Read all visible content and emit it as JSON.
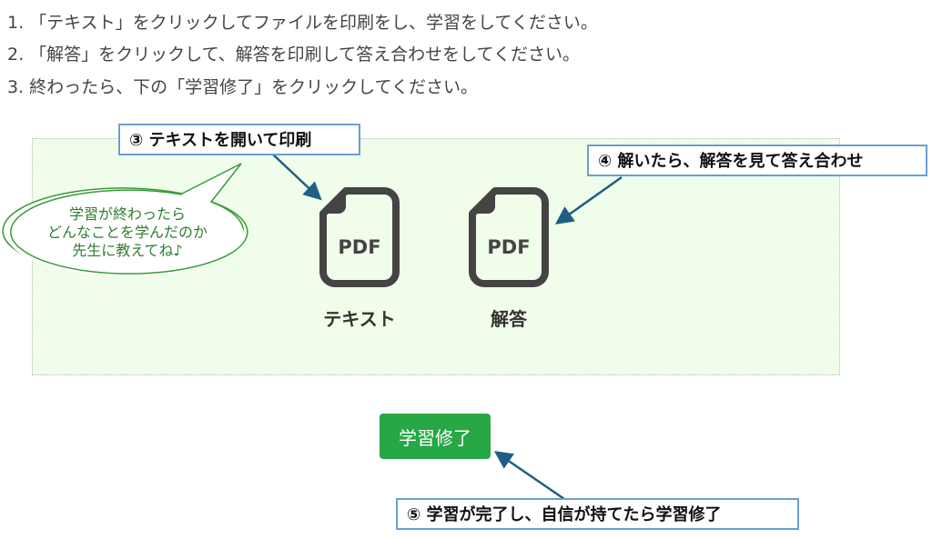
{
  "instructions": [
    "1. 「テキスト」をクリックしてファイルを印刷をし、学習をしてください。",
    "2. 「解答」をクリックして、解答を印刷して答え合わせをしてください。",
    "3. 終わったら、下の「学習修了」をクリックしてください。"
  ],
  "bubble": {
    "lines": [
      "学習が終わったら",
      "どんなことを学んだのか",
      "先生に教えてね♪"
    ]
  },
  "files": [
    {
      "icon": "pdf-file-icon",
      "icon_text": "PDF",
      "label": "テキスト"
    },
    {
      "icon": "pdf-file-icon",
      "icon_text": "PDF",
      "label": "解答"
    }
  ],
  "callouts": {
    "c3": "③ テキストを開いて印刷",
    "c4": "④ 解いたら、解答を見て答え合わせ",
    "c5": "⑤ 学習が完了し、自信が持てたら学習修了"
  },
  "complete_button": "学習修了",
  "colors": {
    "button": "#28a745",
    "panel": "#effdea",
    "callout_border": "#6a9fd0",
    "arrow": "#1f5f86",
    "bubble": "#3a9a3a"
  }
}
